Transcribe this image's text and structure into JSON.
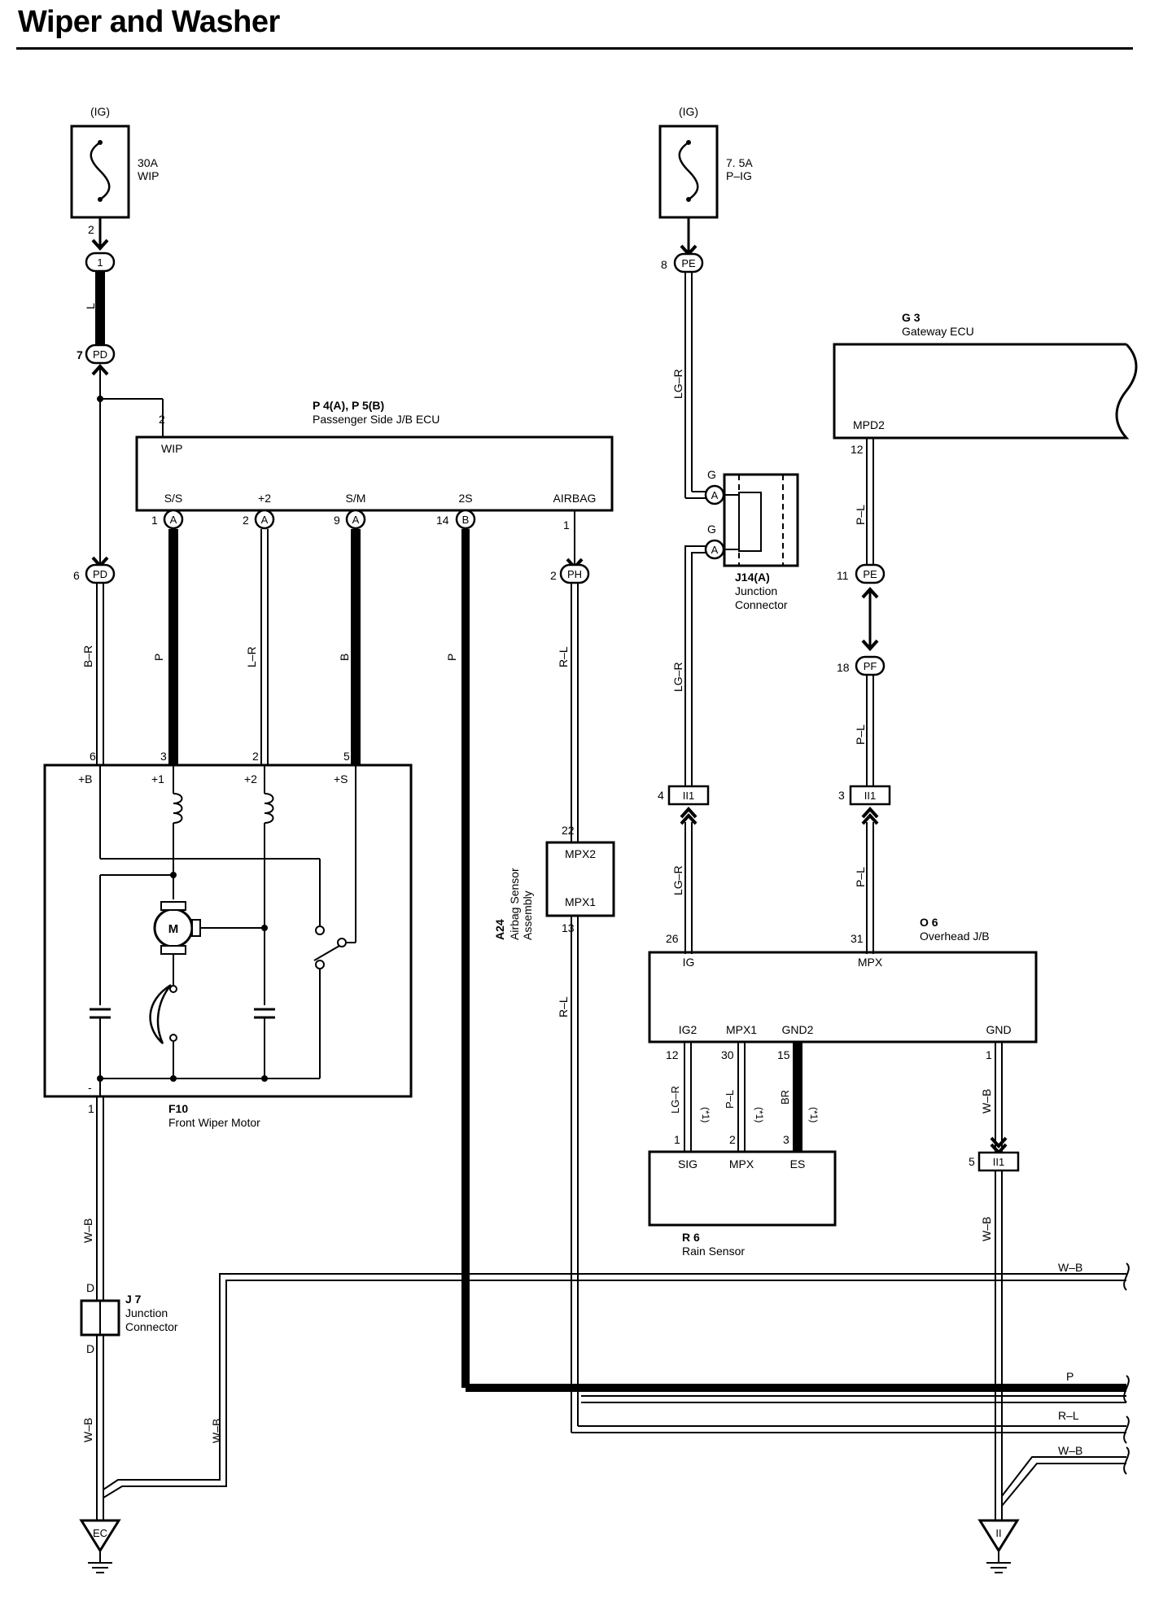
{
  "title": "Wiper and Washer",
  "fuses": {
    "wip": {
      "source": "(IG)",
      "amps": "30A",
      "name": "WIP",
      "pin": "2"
    },
    "pig": {
      "source": "(IG)",
      "amps": "7. 5A",
      "name": "P–IG"
    }
  },
  "connectors": {
    "c1": "1",
    "pd": "PD",
    "pe": "PE",
    "ph": "PH",
    "pf": "PF",
    "ii1": "II1",
    "a": "A",
    "b": "B"
  },
  "pins": {
    "pd_top": "7",
    "pd_bot": "6",
    "pe_top": "8",
    "ph": "2",
    "ecu_wip": "2",
    "ecu_ss": "1",
    "ecu_p2": "2",
    "ecu_sm": "9",
    "ecu_2s": "14",
    "ecu_airbag": "1",
    "motor_b": "6",
    "motor_1": "3",
    "motor_2": "2",
    "motor_s": "5",
    "motor_gnd": "1",
    "airbag_mpx2": "22",
    "airbag_mpx1": "13",
    "pe_mid": "11",
    "pf": "18",
    "ii1_left": "4",
    "ii1_right": "3",
    "ii1_gnd": "5",
    "oh_ig": "26",
    "oh_mpx": "31",
    "oh_ig2": "12",
    "oh_mpx1": "30",
    "oh_gnd2": "15",
    "oh_gnd": "1",
    "rs_sig": "1",
    "rs_mpx": "2",
    "rs_es": "3",
    "gw_mpd2": "12"
  },
  "wires": {
    "l": "L",
    "br": "B–R",
    "p": "P",
    "lr": "L–R",
    "b": "B",
    "rl": "R–L",
    "lgr": "LG–R",
    "pl": "P–L",
    "wb": "W–B",
    "brk": "BR",
    "note": "(*1)"
  },
  "ecu": {
    "code": "P 4(A), P 5(B)",
    "name": "Passenger Side J/B ECU",
    "wip": "WIP",
    "ss": "S/S",
    "p2": "+2",
    "sm": "S/M",
    "s2": "2S",
    "airbag": "AIRBAG"
  },
  "motor": {
    "code": "F10",
    "name": "Front Wiper Motor",
    "b": "+B",
    "p1": "+1",
    "p2": "+2",
    "s": "+S",
    "m": "M"
  },
  "airbag_sensor": {
    "code": "A24",
    "line1": "Airbag Sensor",
    "line2": "Assembly",
    "mpx2": "MPX2",
    "mpx1": "MPX1"
  },
  "junction_j7": {
    "code": "J 7",
    "line1": "Junction",
    "line2": "Connector",
    "d": "D"
  },
  "junction_j14": {
    "code": "J14(A)",
    "line1": "Junction",
    "line2": "Connector",
    "g": "G"
  },
  "gateway": {
    "code": "G 3",
    "name": "Gateway ECU",
    "mpd2": "MPD2"
  },
  "overhead": {
    "code": "O 6",
    "name": "Overhead J/B",
    "ig": "IG",
    "mpx": "MPX",
    "ig2": "IG2",
    "mpx1": "MPX1",
    "gnd2": "GND2",
    "gnd": "GND"
  },
  "rain_sensor": {
    "code": "R 6",
    "name": "Rain Sensor",
    "sig": "SIG",
    "mpx": "MPX",
    "es": "ES"
  },
  "grounds": {
    "ec": "EC",
    "ii": "II"
  }
}
